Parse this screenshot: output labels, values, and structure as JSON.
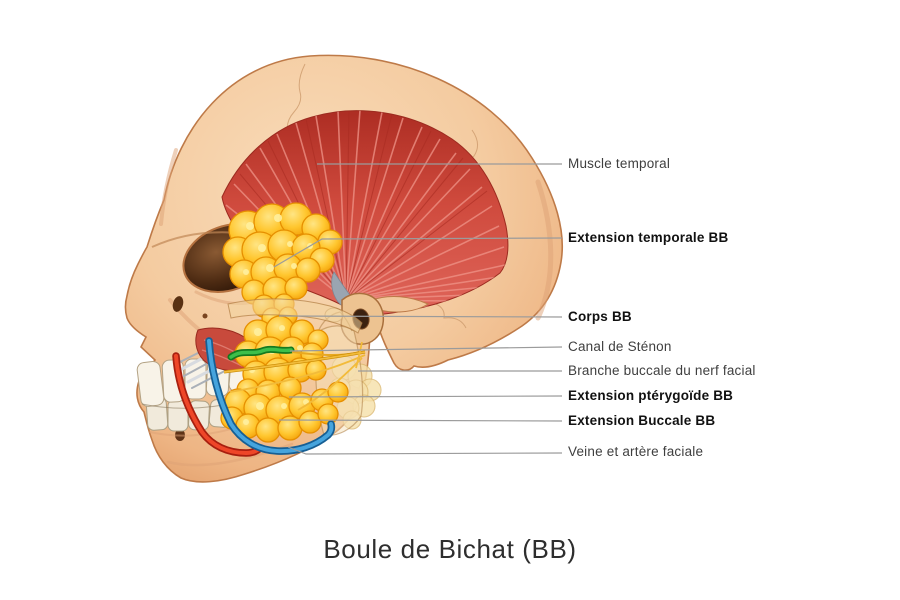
{
  "figure_title": "Boule de Bichat (BB)",
  "labels": [
    {
      "text": "Muscle temporal",
      "weight": "normal"
    },
    {
      "text": "Extension temporale BB",
      "weight": "bold"
    },
    {
      "text": "Corps BB",
      "weight": "bold"
    },
    {
      "text": "Canal de Sténon",
      "weight": "normal"
    },
    {
      "text": "Branche buccale du nerf facial",
      "weight": "normal"
    },
    {
      "text": "Extension ptérygoïde BB",
      "weight": "bold"
    },
    {
      "text": "Extension Buccale BB",
      "weight": "bold"
    },
    {
      "text": "Veine et artère faciale",
      "weight": "normal"
    }
  ],
  "colors": {
    "background": "#FFFFFF",
    "fat_pad": "#FFC62E",
    "fat_outline": "#E68F00",
    "temporal_muscle": "#C84A3C",
    "muscle_striation": "#EF9488",
    "bone": "#F4CDA4",
    "bone_outline": "#BE7A48",
    "artery": "#EE4628",
    "vein": "#46A4DD",
    "stenon_canal": "#3DBF4A",
    "nerve": "#F2BB3A",
    "leader_line": "#9B9B9B",
    "label_text": "#3F3F3F",
    "label_bold_text": "#111111",
    "title_text": "#2E2E2E"
  }
}
